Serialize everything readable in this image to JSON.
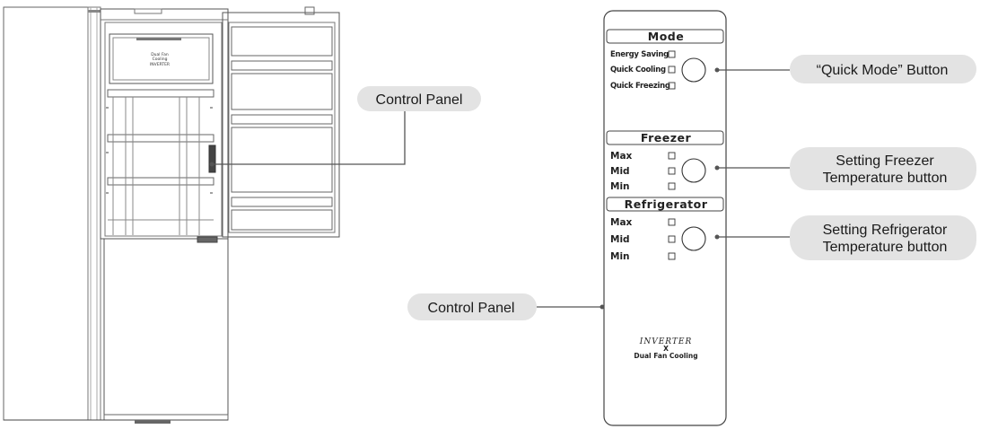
{
  "callouts": {
    "control_panel_top": "Control Panel",
    "control_panel_bottom": "Control Panel",
    "quick_mode": "“Quick Mode” Button",
    "freezer_line1": "Setting Freezer",
    "freezer_line2": "Temperature button",
    "refrigerator_line1": "Setting Refrigerator",
    "refrigerator_line2": "Temperature button"
  },
  "panel": {
    "mode_title": "Mode",
    "mode_items": [
      "Energy Saving",
      "Quick Cooling",
      "Quick Freezing"
    ],
    "freezer_title": "Freezer",
    "freezer_items": [
      "Max",
      "Mid",
      "Min"
    ],
    "refrigerator_title": "Refrigerator",
    "refrigerator_items": [
      "Max",
      "Mid",
      "Min"
    ],
    "logo_line1": "INVERTER",
    "logo_x": "X",
    "logo_line2": "Dual Fan Cooling"
  },
  "fridge_label": {
    "line1": "Dual Fan",
    "line2": "Cooling",
    "line3": "INVERTER"
  },
  "colors": {
    "callout_fill": "#e3e3e3",
    "line": "#555555",
    "outline": "#444444"
  }
}
